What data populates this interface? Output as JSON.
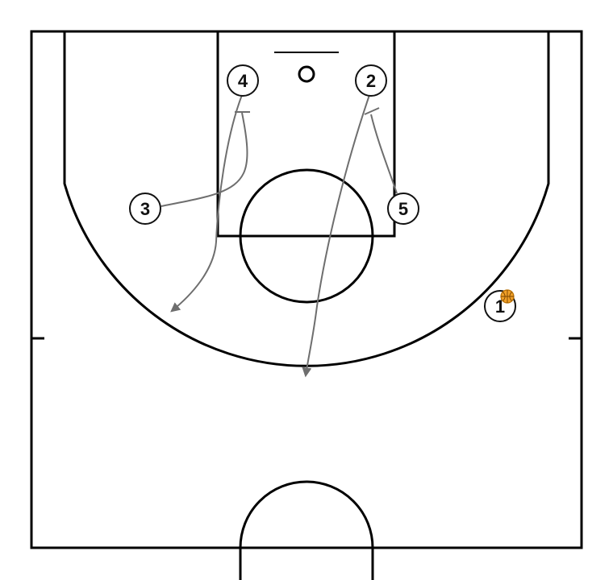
{
  "colors": {
    "court_line": "#000000",
    "movement_line": "#6e6e6e",
    "player_outline": "#111111",
    "player_fill": "#ffffff",
    "ball_fill": "#f0a028",
    "ball_stroke": "#b86e00"
  },
  "players": [
    {
      "id": "p4",
      "number": "4"
    },
    {
      "id": "p2",
      "number": "2"
    },
    {
      "id": "p3",
      "number": "3"
    },
    {
      "id": "p5",
      "number": "5"
    },
    {
      "id": "p1",
      "number": "1"
    }
  ],
  "ball": {
    "holder": "1",
    "icon": "basketball-icon"
  }
}
